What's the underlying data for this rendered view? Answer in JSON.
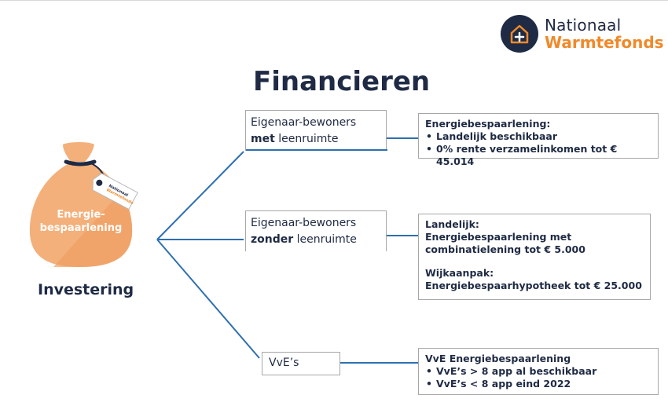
{
  "logo": {
    "line1": "Nationaal",
    "line2": "Warmtefonds",
    "icon": "house-plus-icon",
    "colors": {
      "navy": "#1f2a44",
      "orange": "#f0892a"
    }
  },
  "title": "Financieren",
  "investment": {
    "bag_label_line1": "Energie-",
    "bag_label_line2": "bespaarlening",
    "tag_line1": "Nationaal",
    "tag_line2": "Warmtefonds",
    "caption": "Investering",
    "bag_color": "#f4b07a"
  },
  "categories": [
    {
      "pre": "Eigenaar-bewoners",
      "bold": "met",
      "post": " leenruimte"
    },
    {
      "pre": "Eigenaar-bewoners",
      "bold": "zonder",
      "post": " leenruimte"
    },
    {
      "label": "VvE’s"
    }
  ],
  "details": [
    {
      "heading": "Energiebespaarlening:",
      "bullets": [
        "Landelijk beschikbaar",
        "0% rente verzamelinkomen tot € 45.014"
      ]
    },
    {
      "line1": "Landelijk:",
      "line2": "Energiebespaarlening met",
      "line3": "combinatielening tot € 5.000",
      "line4": "Wijkaanpak:",
      "line5": "Energiebespaarhypotheek tot € 25.000"
    },
    {
      "heading": "VvE Energiebespaarlening",
      "bullets": [
        "VvE’s > 8 app al beschikbaar",
        "VvE’s < 8 app eind 2022"
      ]
    }
  ],
  "line_color": "#2e6fb0"
}
